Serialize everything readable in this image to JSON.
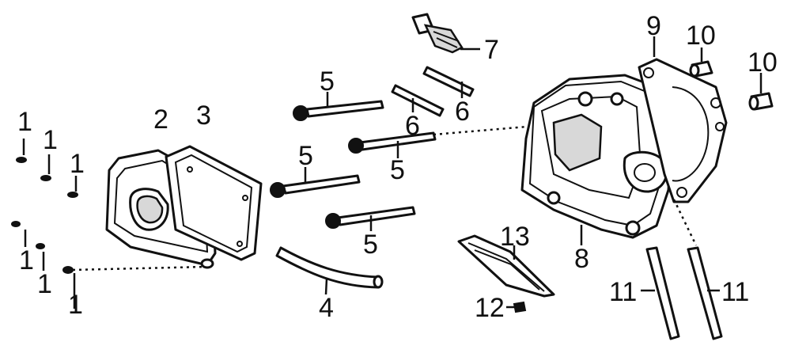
{
  "callouts": [
    {
      "id": "c1a",
      "label": "1"
    },
    {
      "id": "c1b",
      "label": "1"
    },
    {
      "id": "c1c",
      "label": "1"
    },
    {
      "id": "c1d",
      "label": "1"
    },
    {
      "id": "c1e",
      "label": "1"
    },
    {
      "id": "c1f",
      "label": "1"
    },
    {
      "id": "c2",
      "label": "2"
    },
    {
      "id": "c3",
      "label": "3"
    },
    {
      "id": "c4",
      "label": "4"
    },
    {
      "id": "c5a",
      "label": "5"
    },
    {
      "id": "c5b",
      "label": "5"
    },
    {
      "id": "c5c",
      "label": "5"
    },
    {
      "id": "c5d",
      "label": "5"
    },
    {
      "id": "c6a",
      "label": "6"
    },
    {
      "id": "c6b",
      "label": "6"
    },
    {
      "id": "c7",
      "label": "7"
    },
    {
      "id": "c8",
      "label": "8"
    },
    {
      "id": "c9",
      "label": "9"
    },
    {
      "id": "c10a",
      "label": "10"
    },
    {
      "id": "c10b",
      "label": "10"
    },
    {
      "id": "c11a",
      "label": "11"
    },
    {
      "id": "c11b",
      "label": "11"
    },
    {
      "id": "c12",
      "label": "12"
    },
    {
      "id": "c13",
      "label": "13"
    }
  ]
}
